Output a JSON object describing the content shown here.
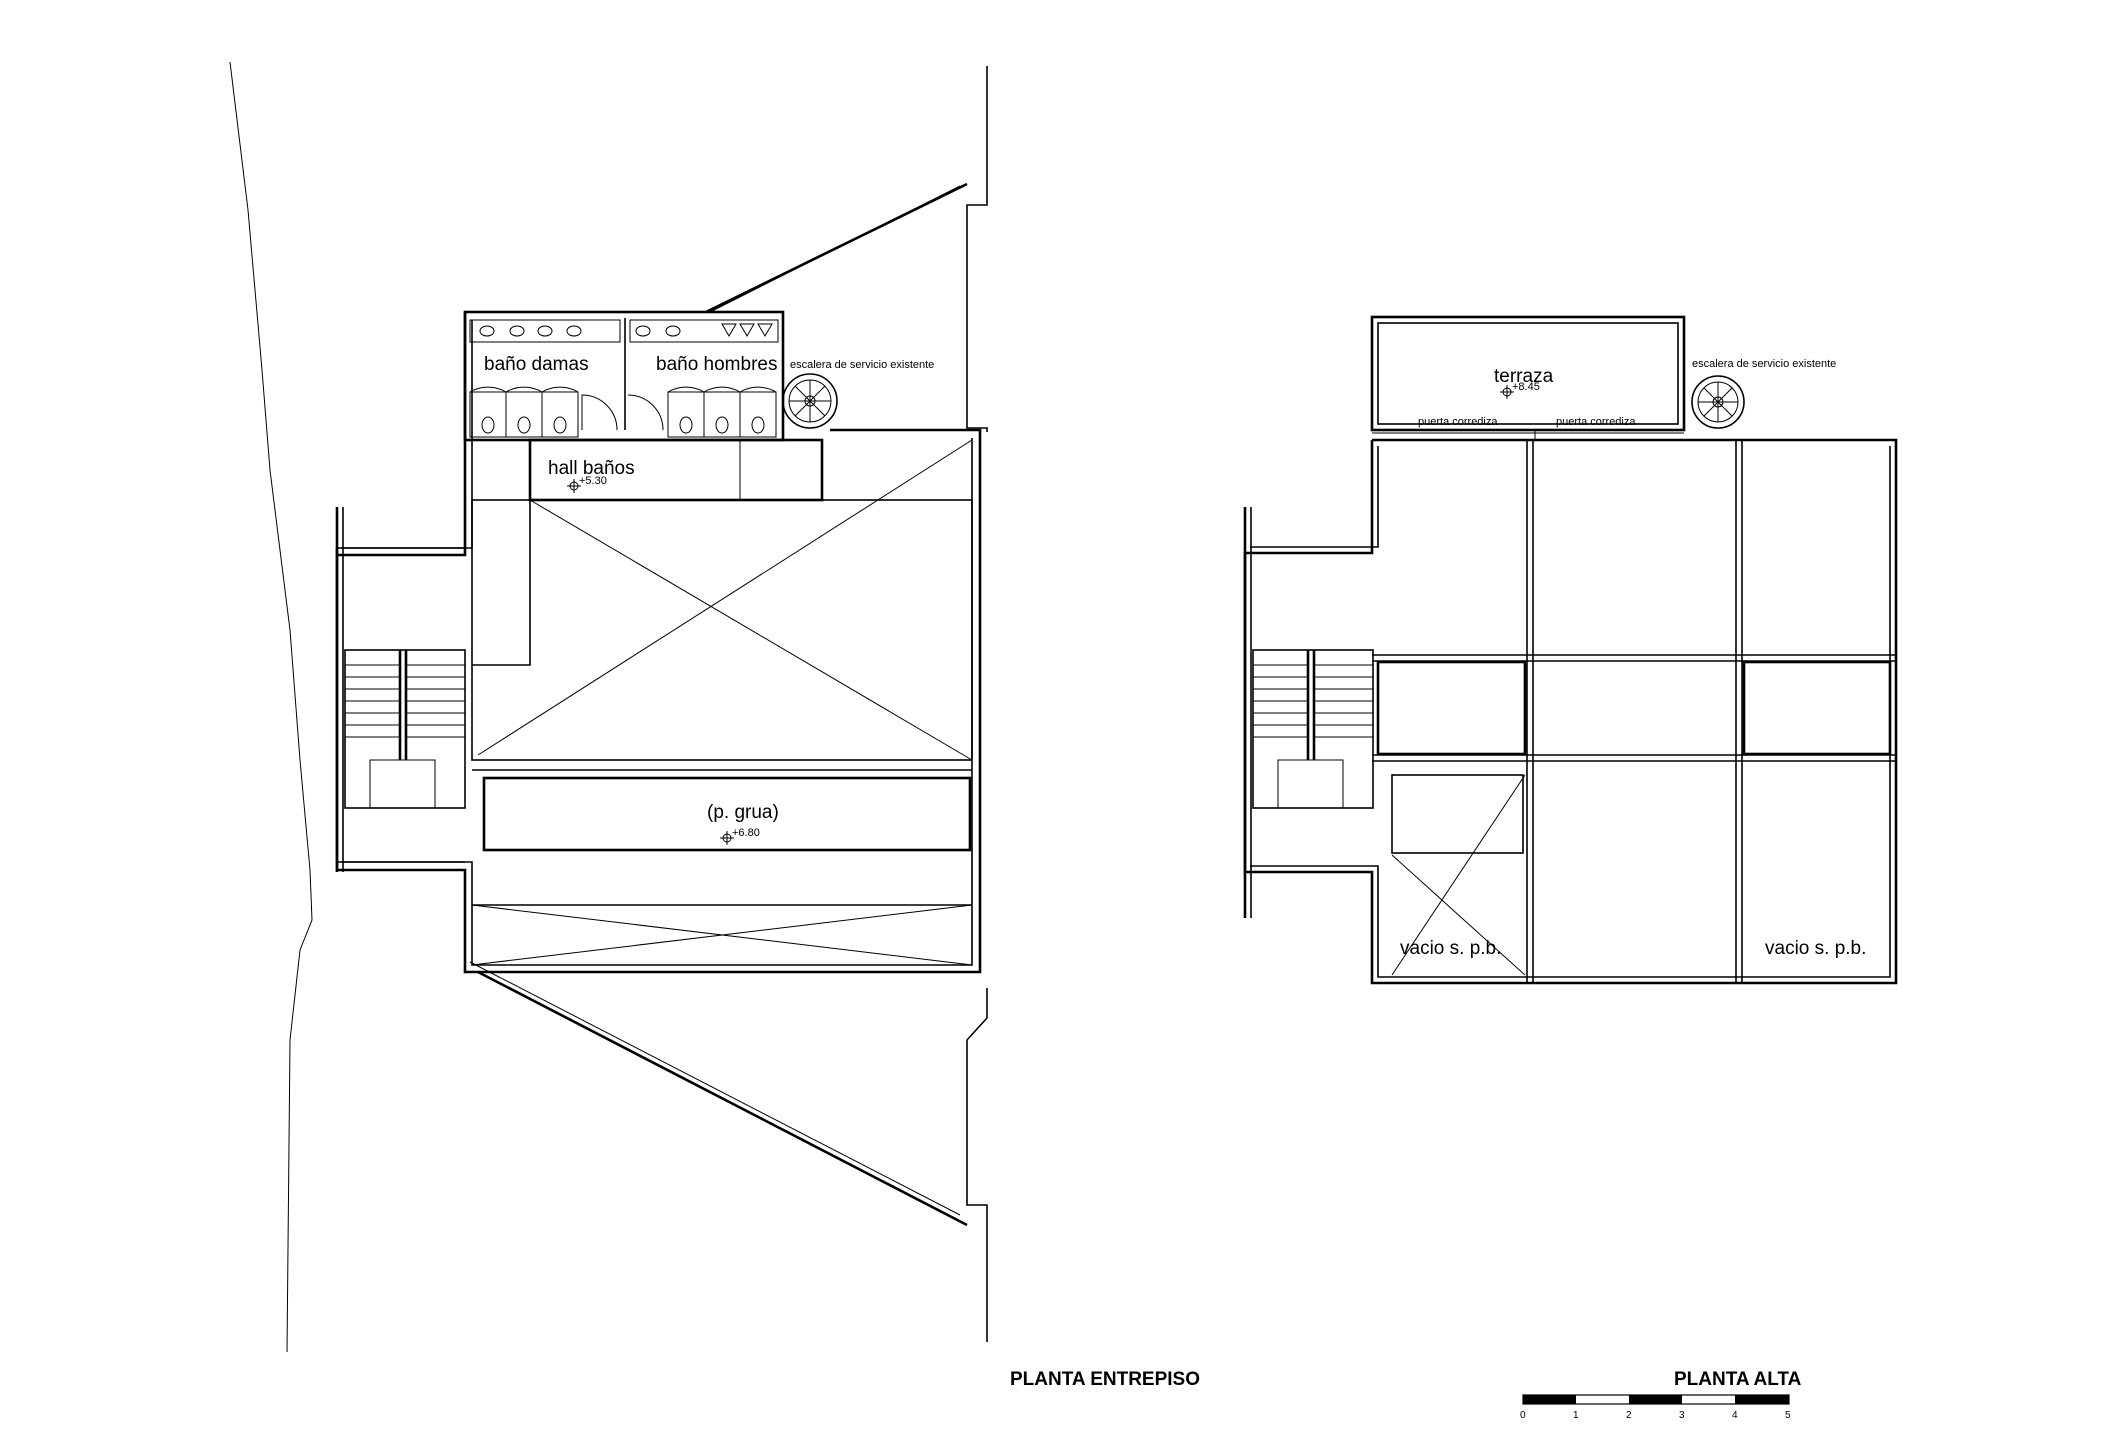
{
  "drawing": {
    "left_plan": {
      "title": "PLANTA ENTREPISO",
      "rooms": {
        "bano_damas": "baño damas",
        "bano_hombres": "baño hombres",
        "hall_banos": "hall baños",
        "p_grua": "(p. grua)"
      },
      "notes": {
        "escalera": "escalera de servicio existente"
      },
      "levels": {
        "hall": "+5.30",
        "grua": "+6.80"
      }
    },
    "right_plan": {
      "title": "PLANTA ALTA",
      "rooms": {
        "terraza": "terraza",
        "vacio_left": "vacio s. p.b.",
        "vacio_right": "vacio s. p.b."
      },
      "notes": {
        "escalera": "escalera de servicio existente",
        "puerta_1": "puerta corrediza",
        "puerta_2": "puerta corrediza"
      },
      "levels": {
        "terraza": "+8.45"
      }
    },
    "scale_bar": {
      "ticks": [
        "0",
        "1",
        "2",
        "3",
        "4",
        "5"
      ]
    }
  }
}
